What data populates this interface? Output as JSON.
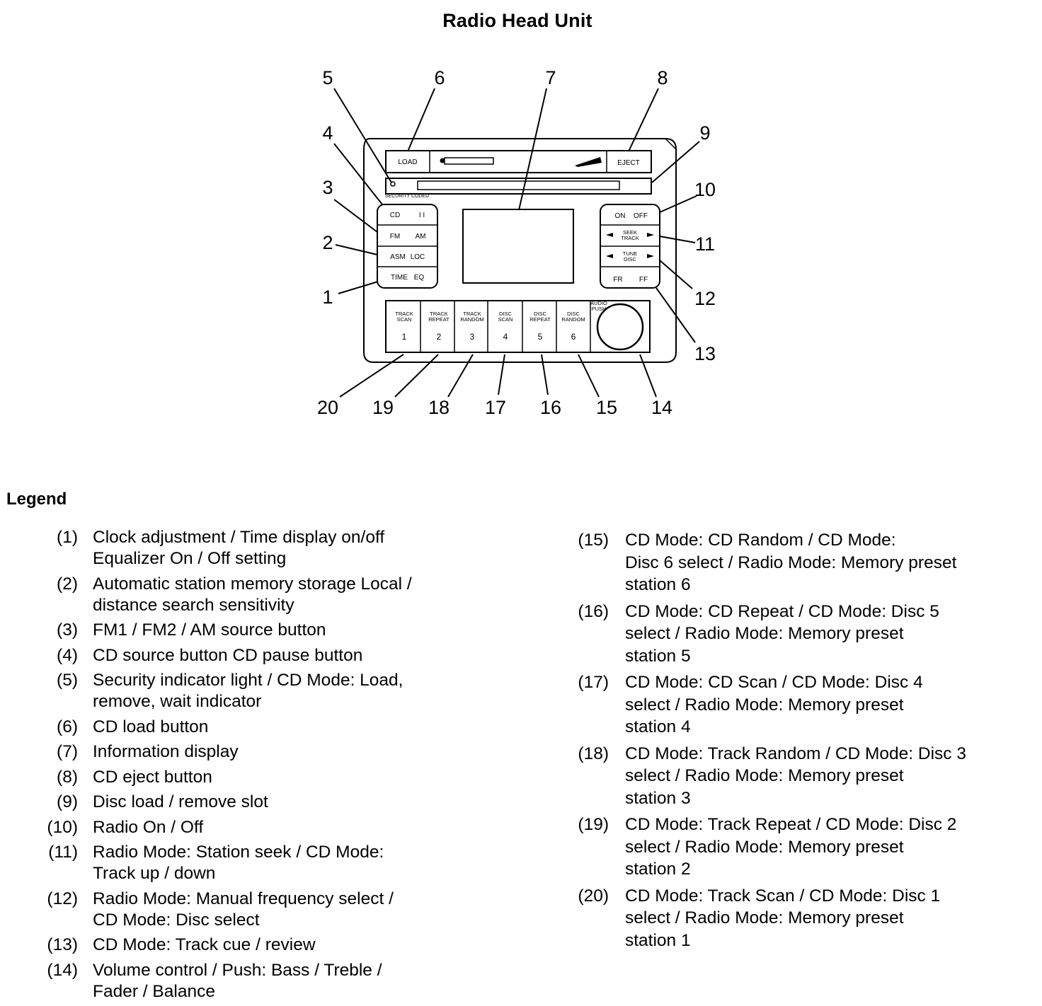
{
  "title": "Radio Head Unit",
  "diagram": {
    "callouts": [
      "1",
      "2",
      "3",
      "4",
      "5",
      "6",
      "7",
      "8",
      "9",
      "10",
      "11",
      "12",
      "13",
      "14",
      "15",
      "16",
      "17",
      "18",
      "19",
      "20"
    ],
    "panel": {
      "load_label": "LOAD",
      "eject_label": "EJECT",
      "security_label": "SECURITY CODED",
      "left_buttons": [
        {
          "left": "CD",
          "right": "I I"
        },
        {
          "left": "FM",
          "right": "AM"
        },
        {
          "left": "ASM",
          "right": "LOC"
        },
        {
          "left": "TIME",
          "right": "EQ"
        }
      ],
      "right_buttons": {
        "power": {
          "left": "ON",
          "right": "OFF"
        },
        "seek_label": "SEEK\nTRACK",
        "tune_label": "TUNE\nDISC",
        "rew_ff": {
          "left": "FR",
          "right": "FF"
        }
      },
      "preset_buttons": [
        {
          "label": "TRACK\nSCAN",
          "num": "1"
        },
        {
          "label": "TRACK\nREPEAT",
          "num": "2"
        },
        {
          "label": "TRACK\nRANDOM",
          "num": "3"
        },
        {
          "label": "DISC\nSCAN",
          "num": "4"
        },
        {
          "label": "DISC\nREPEAT",
          "num": "5"
        },
        {
          "label": "DISC\nRANDOM",
          "num": "6"
        }
      ],
      "audio_label": "AUDIO\nPUSH"
    }
  },
  "legend": {
    "title": "Legend",
    "left_items": [
      {
        "num": "(1)",
        "text": "Clock adjustment / Time display on/off\nEqualizer On / Off setting"
      },
      {
        "num": "(2)",
        "text": "Automatic station memory storage Local /\ndistance search sensitivity"
      },
      {
        "num": "(3)",
        "text": "FM1 / FM2 / AM source button"
      },
      {
        "num": "(4)",
        "text": "CD source button CD pause button"
      },
      {
        "num": "(5)",
        "text": "Security indicator light / CD Mode: Load,\nremove, wait indicator"
      },
      {
        "num": "(6)",
        "text": "CD load button"
      },
      {
        "num": "(7)",
        "text": "Information display"
      },
      {
        "num": "(8)",
        "text": "CD eject button"
      },
      {
        "num": "(9)",
        "text": "Disc load / remove slot"
      },
      {
        "num": "(10)",
        "text": "Radio On / Off"
      },
      {
        "num": "(11)",
        "text": "Radio Mode: Station seek / CD Mode:\nTrack up / down"
      },
      {
        "num": "(12)",
        "text": "Radio Mode: Manual frequency select /\nCD Mode: Disc select"
      },
      {
        "num": "(13)",
        "text": "CD Mode: Track cue / review"
      },
      {
        "num": "(14)",
        "text": "Volume control / Push: Bass / Treble /\nFader / Balance"
      }
    ],
    "right_items": [
      {
        "num": "(15)",
        "text": "CD Mode: CD Random / CD Mode:\nDisc 6 select / Radio Mode: Memory preset\nstation 6"
      },
      {
        "num": "(16)",
        "text": "CD Mode: CD Repeat / CD Mode: Disc 5\nselect / Radio Mode: Memory preset\nstation 5"
      },
      {
        "num": "(17)",
        "text": "CD Mode: CD Scan / CD Mode: Disc 4\nselect / Radio Mode: Memory preset\nstation 4"
      },
      {
        "num": "(18)",
        "text": "CD Mode: Track Random / CD Mode: Disc 3\nselect / Radio Mode: Memory preset\nstation 3"
      },
      {
        "num": "(19)",
        "text": "CD Mode: Track Repeat / CD Mode: Disc 2\nselect / Radio Mode: Memory preset\nstation 2"
      },
      {
        "num": "(20)",
        "text": "CD Mode: Track Scan / CD Mode: Disc 1\nselect / Radio Mode: Memory preset\nstation 1"
      }
    ]
  }
}
